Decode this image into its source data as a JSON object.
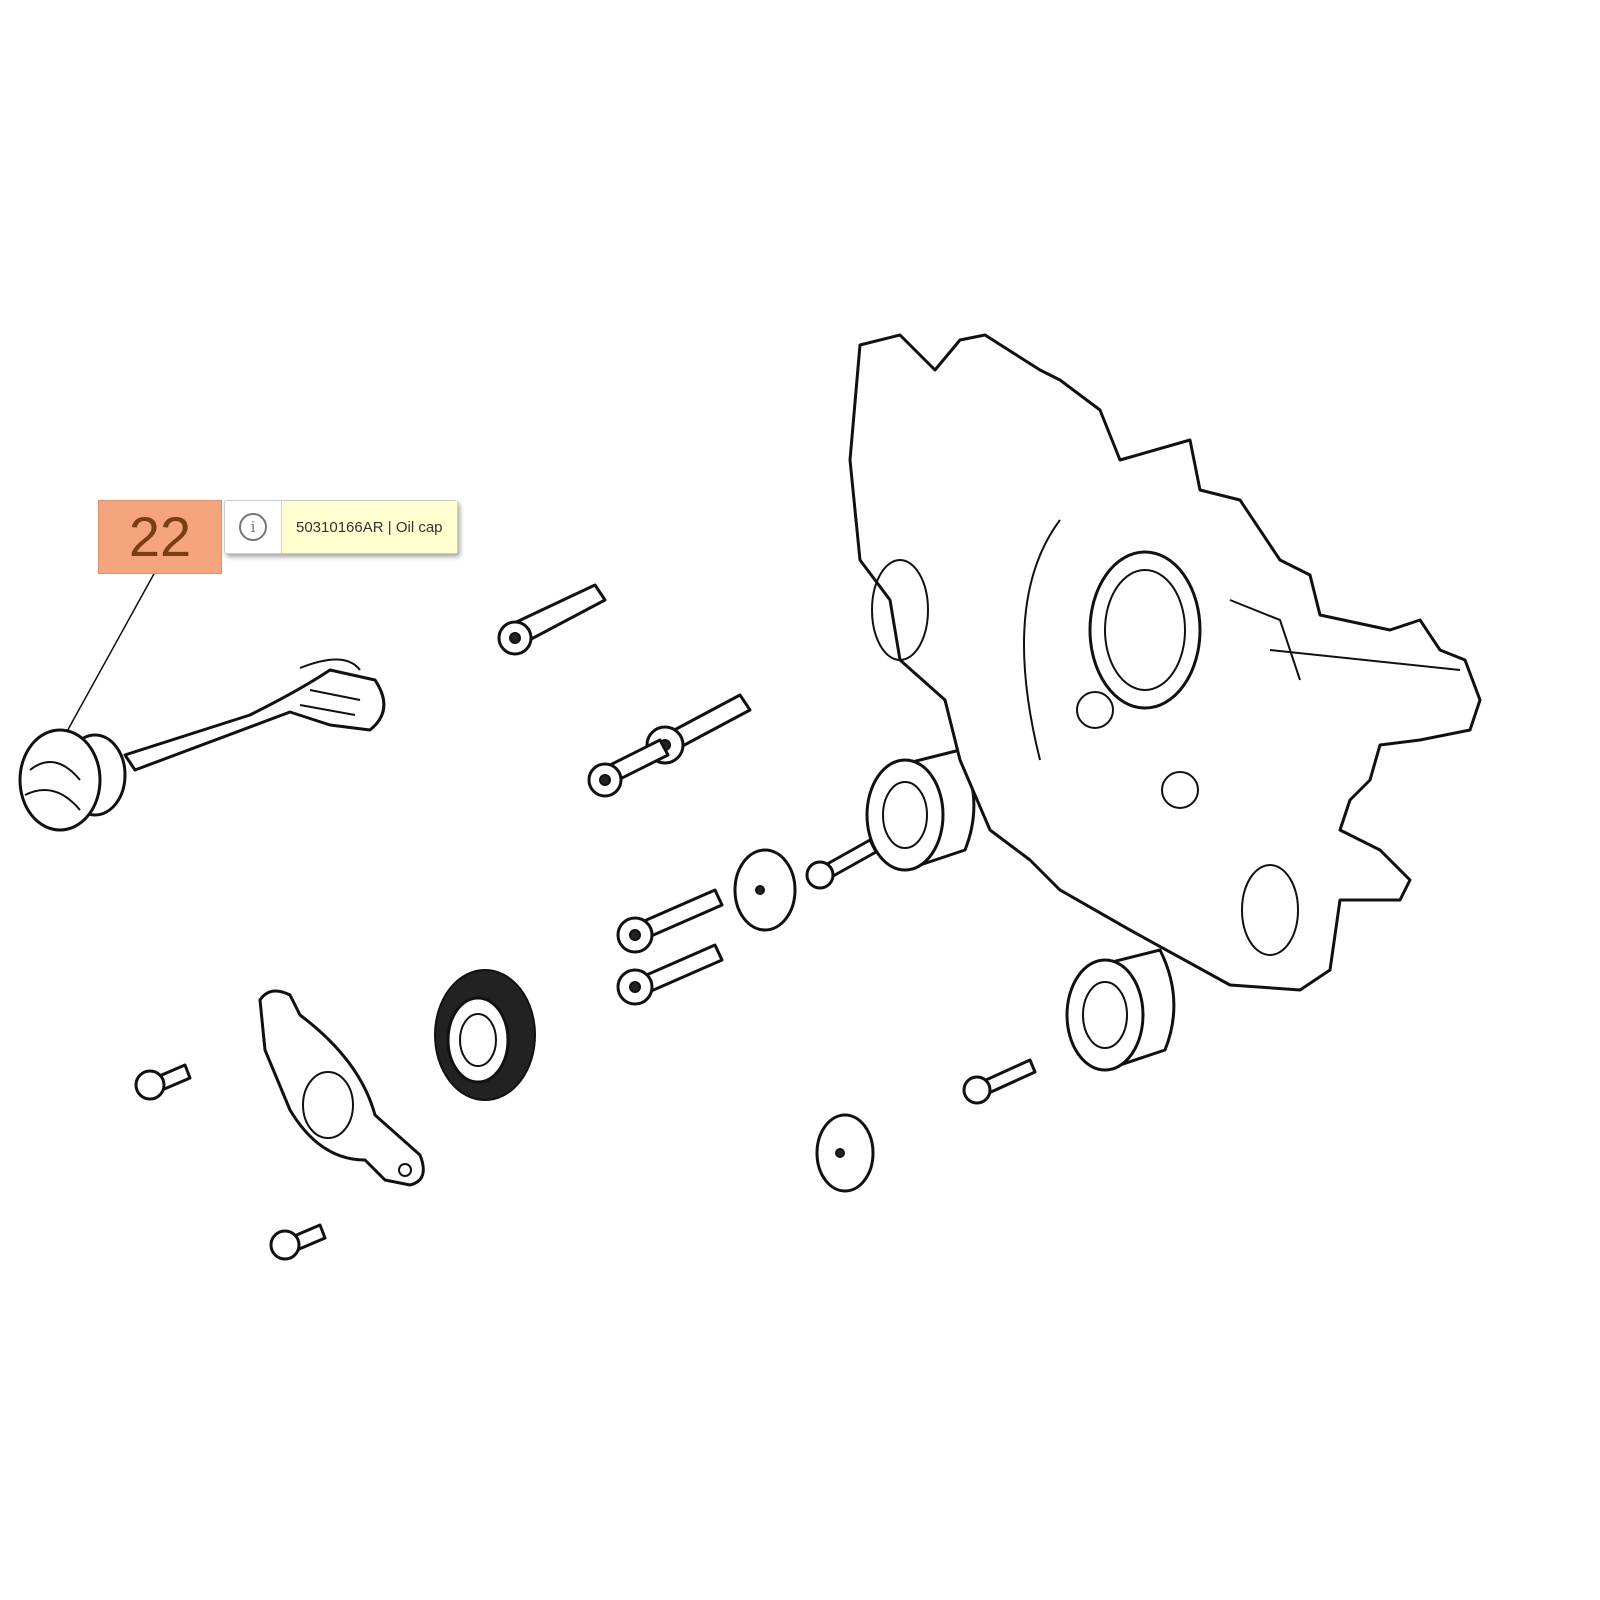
{
  "callout": {
    "number": "22",
    "part_number": "50310166AR",
    "separator": " | ",
    "part_name": "Oil cap",
    "info_icon": "i"
  },
  "colors": {
    "callout_bg": "#f4a57e",
    "tooltip_bg": "#ffffd0"
  }
}
